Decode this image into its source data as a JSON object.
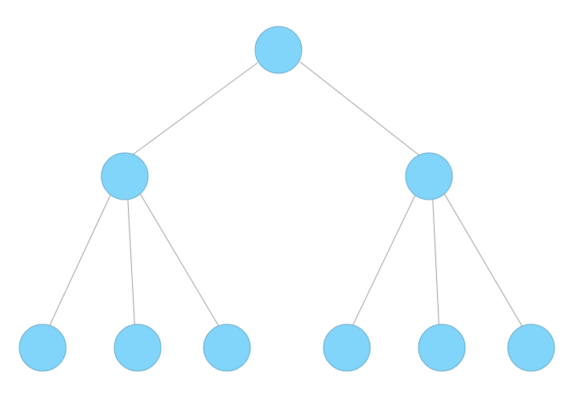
{
  "diagram": {
    "type": "tree",
    "node_color": "#81D4FA",
    "edge_color": "#9E9E9E",
    "nodes": [
      {
        "id": "root"
      },
      {
        "id": "left-child"
      },
      {
        "id": "right-child"
      },
      {
        "id": "left-leaf-1"
      },
      {
        "id": "left-leaf-2"
      },
      {
        "id": "left-leaf-3"
      },
      {
        "id": "right-leaf-1"
      },
      {
        "id": "right-leaf-2"
      },
      {
        "id": "right-leaf-3"
      }
    ],
    "edges": [
      {
        "from": "root",
        "to": "left-child"
      },
      {
        "from": "root",
        "to": "right-child"
      },
      {
        "from": "left-child",
        "to": "left-leaf-1"
      },
      {
        "from": "left-child",
        "to": "left-leaf-2"
      },
      {
        "from": "left-child",
        "to": "left-leaf-3"
      },
      {
        "from": "right-child",
        "to": "right-leaf-1"
      },
      {
        "from": "right-child",
        "to": "right-leaf-2"
      },
      {
        "from": "right-child",
        "to": "right-leaf-3"
      }
    ]
  }
}
